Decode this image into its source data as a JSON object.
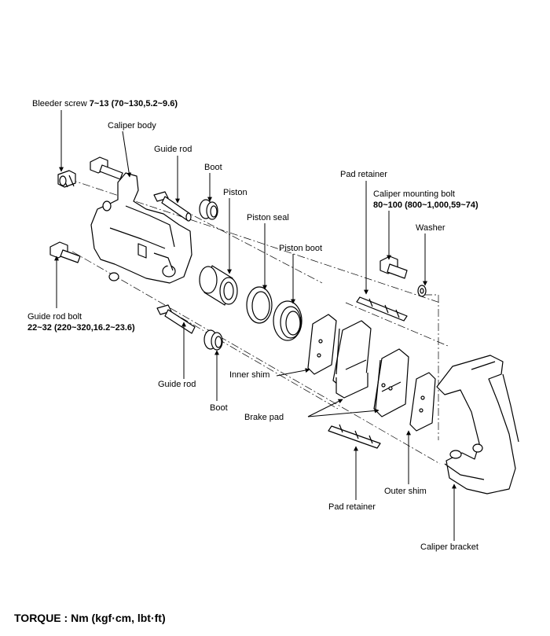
{
  "labels": {
    "bleeder_screw": "Bleeder screw",
    "bleeder_screw_torque": "7~13 (70~130,5.2~9.6)",
    "caliper_body": "Caliper body",
    "guide_rod_top": "Guide rod",
    "boot_top": "Boot",
    "piston": "Piston",
    "piston_seal": "Piston seal",
    "piston_boot": "Piston boot",
    "pad_retainer_top": "Pad retainer",
    "caliper_mounting_bolt": "Caliper mounting bolt",
    "caliper_mounting_bolt_torque": "80~100 (800~1,000,59~74)",
    "washer": "Washer",
    "guide_rod_bolt": "Guide rod bolt",
    "guide_rod_bolt_torque": "22~32 (220~320,16.2~23.6)",
    "inner_shim": "Inner shim",
    "guide_rod_bottom": "Guide rod",
    "boot_bottom": "Boot",
    "brake_pad": "Brake pad",
    "outer_shim": "Outer shim",
    "pad_retainer_bottom": "Pad retainer",
    "caliper_bracket": "Caliper bracket"
  },
  "footer": {
    "torque_units": "TORQUE : Nm (kgf·cm, lbt·ft)"
  }
}
